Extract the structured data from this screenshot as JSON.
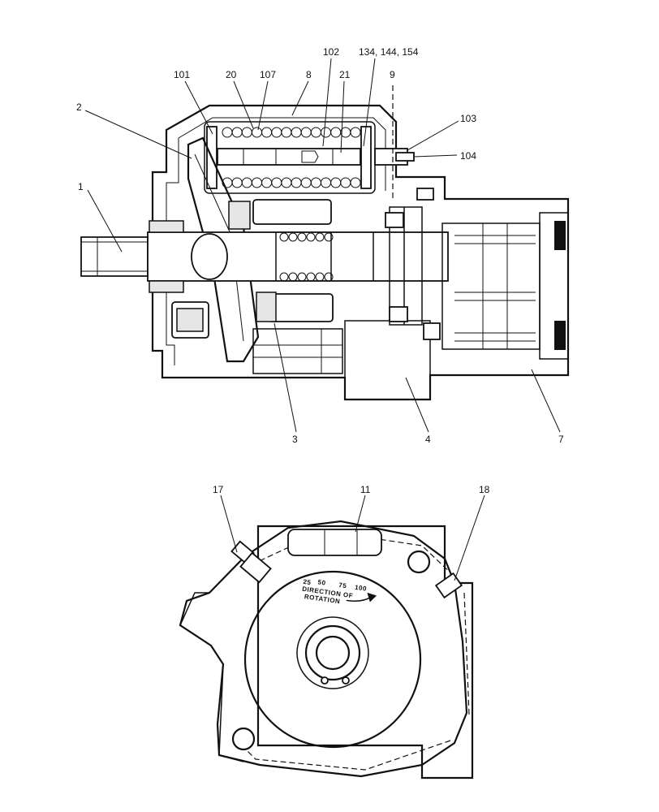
{
  "diagram": {
    "callouts_top": [
      {
        "id": "c1",
        "text": "1"
      },
      {
        "id": "c2",
        "text": "2"
      },
      {
        "id": "c101",
        "text": "101"
      },
      {
        "id": "c20",
        "text": "20"
      },
      {
        "id": "c107",
        "text": "107"
      },
      {
        "id": "c8",
        "text": "8"
      },
      {
        "id": "c102",
        "text": "102"
      },
      {
        "id": "c21",
        "text": "21"
      },
      {
        "id": "c134",
        "text": "134, 144, 154"
      },
      {
        "id": "c9",
        "text": "9"
      },
      {
        "id": "c103",
        "text": "103"
      },
      {
        "id": "c104",
        "text": "104"
      },
      {
        "id": "c3",
        "text": "3"
      },
      {
        "id": "c4",
        "text": "4"
      },
      {
        "id": "c7",
        "text": "7"
      }
    ],
    "callouts_bottom": [
      {
        "id": "c17",
        "text": "17"
      },
      {
        "id": "c11",
        "text": "11"
      },
      {
        "id": "c18",
        "text": "18"
      }
    ],
    "plate_text": {
      "line1": "DIRECTION OF",
      "line2": "ROTATION",
      "marks": [
        "25",
        "50",
        "75",
        "100"
      ]
    }
  }
}
